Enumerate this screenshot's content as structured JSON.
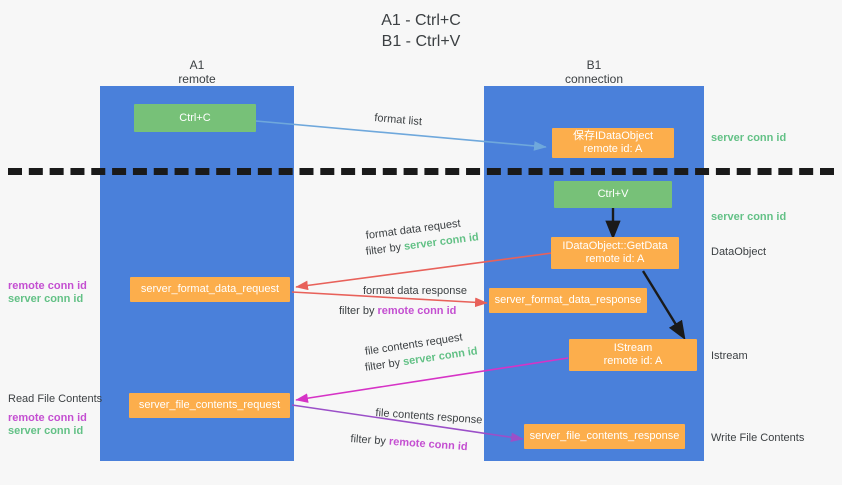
{
  "title": "A1 - Ctrl+C\nB1 - Ctrl+V",
  "colors": {
    "lane": "#4a80da",
    "green_box": "#77c178",
    "orange_box": "#fcae4c",
    "server_conn_id": "#63c186",
    "remote_conn_id": "#c44fd1",
    "arrow_blue": "#6fa8dc",
    "arrow_red": "#e8615a",
    "arrow_magenta": "#d633c6",
    "arrow_purple": "#9b4fc8",
    "arrow_black": "#1a1a1a",
    "divider": "#1a1a1a",
    "background": "#f7f7f7"
  },
  "columns": [
    {
      "id": "a1",
      "title": "A1",
      "subtitle": "remote"
    },
    {
      "id": "b1",
      "title": "B1",
      "subtitle": "connection"
    }
  ],
  "nodes": {
    "ctrl_c": {
      "label": "Ctrl+C"
    },
    "save_idataobject": {
      "label": "保存IDataObject\nremote id: A"
    },
    "ctrl_v": {
      "label": "Ctrl+V"
    },
    "getdata": {
      "label": "IDataObject::GetData\nremote id: A"
    },
    "format_data_request": {
      "label": "server_format_data_request"
    },
    "format_data_response": {
      "label": "server_format_data_response"
    },
    "istream": {
      "label": "IStream\nremote id: A"
    },
    "file_contents_request": {
      "label": "server_file_contents_request"
    },
    "file_contents_response": {
      "label": "server_file_contents_response"
    }
  },
  "right_annotations": [
    {
      "id": "server-conn-id-top",
      "text": "server conn id",
      "style": "server"
    },
    {
      "id": "server-conn-id-mid",
      "text": "server conn id",
      "style": "server"
    },
    {
      "id": "dataobject",
      "text": "DataObject",
      "style": "plain"
    },
    {
      "id": "istream",
      "text": "Istream",
      "style": "plain"
    },
    {
      "id": "write-file-contents",
      "text": "Write File Contents",
      "style": "plain"
    }
  ],
  "left_annotations": {
    "conn_ids_upper": {
      "remote": "remote conn id",
      "server": "server conn id"
    },
    "read_file_contents": "Read File Contents",
    "conn_ids_lower": {
      "remote": "remote conn id",
      "server": "server conn id"
    }
  },
  "edges": [
    {
      "id": "format-list",
      "label": "format list"
    },
    {
      "id": "format-data-request",
      "label": "format data request",
      "filter_prefix": "filter by ",
      "filter_value": "server conn id",
      "filter_style": "server"
    },
    {
      "id": "format-data-response",
      "label": "format data response",
      "filter_prefix": "filter by ",
      "filter_value": "remote conn id",
      "filter_style": "remote"
    },
    {
      "id": "file-contents-request",
      "label": "file contents request",
      "filter_prefix": "filter by ",
      "filter_value": "server conn id",
      "filter_style": "server"
    },
    {
      "id": "file-contents-response",
      "label": "file contents response",
      "filter_prefix": "filter by ",
      "filter_value": "remote conn id",
      "filter_style": "remote"
    }
  ]
}
